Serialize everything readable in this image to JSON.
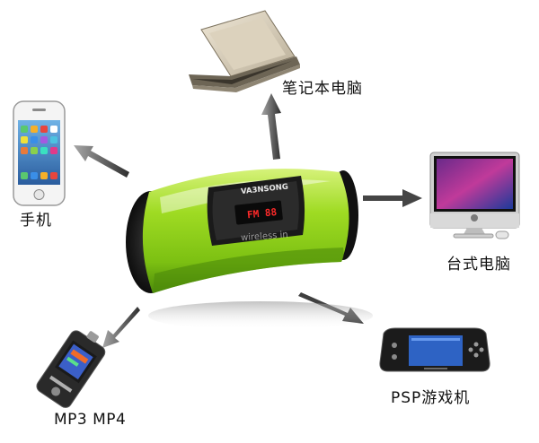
{
  "devices": {
    "laptop": {
      "label": "笔记本电脑",
      "icon": "laptop-icon"
    },
    "phone": {
      "label": "手机",
      "icon": "smartphone-icon"
    },
    "desktop": {
      "label": "台式电脑",
      "icon": "desktop-computer-icon"
    },
    "mp3": {
      "label": "MP3  MP4",
      "icon": "mp3-player-icon"
    },
    "psp": {
      "label": "PSP游戏机",
      "icon": "game-console-icon"
    }
  },
  "speaker": {
    "brand": "VA3NSONG",
    "display": "FM 88",
    "watermark": "wireless in",
    "icon": "portable-speaker-icon"
  },
  "colors": {
    "speaker_body": "#8fd21e",
    "speaker_dark": "#4c8a0a",
    "arrow": "#4a4a4a",
    "display_red": "#ff2a2a",
    "psp_screen": "#2e63c4"
  }
}
